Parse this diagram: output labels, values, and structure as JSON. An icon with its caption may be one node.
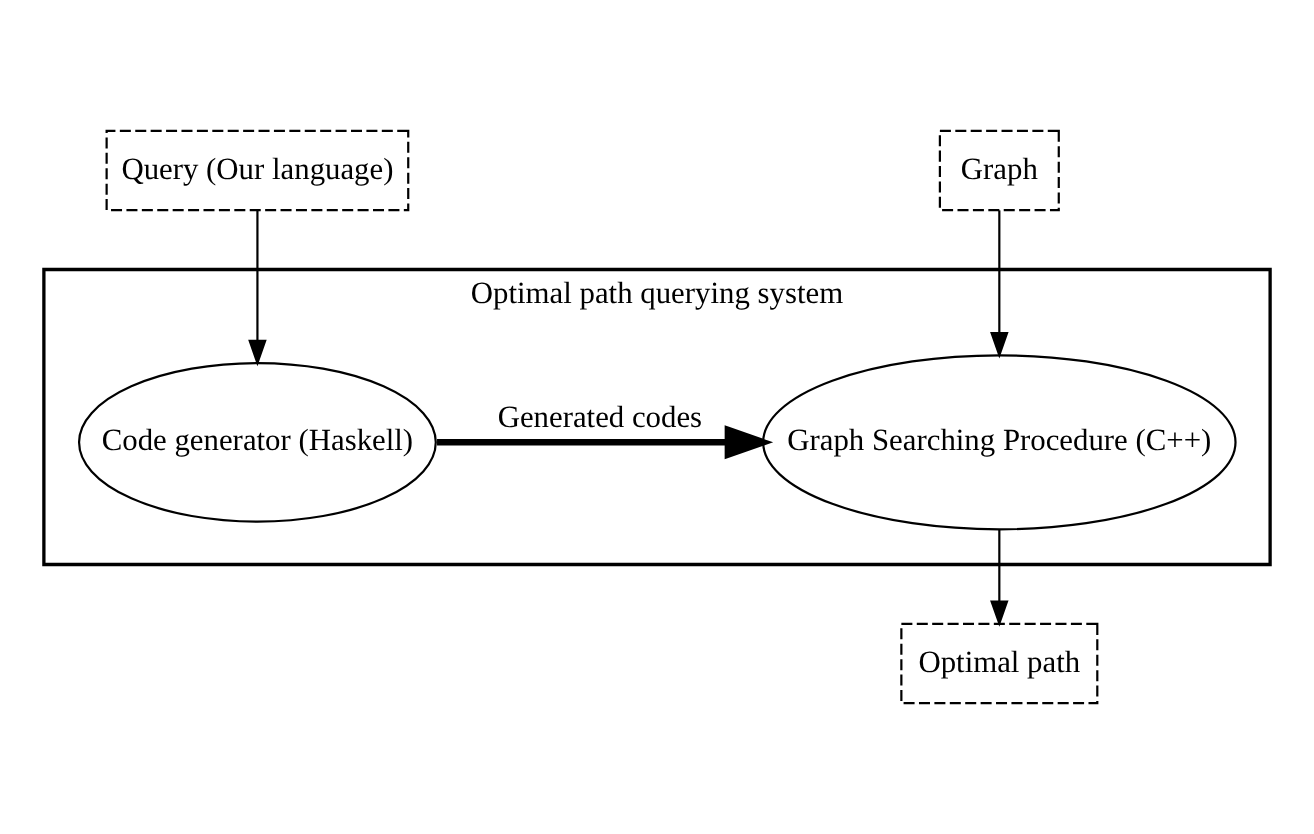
{
  "diagram": {
    "nodes": [
      {
        "text": [
          "Query (Our language)"
        ]
      },
      {
        "text": [
          "Graph"
        ]
      },
      {
        "text": [
          "Optimal path querying system"
        ]
      },
      {
        "text": [
          "Code generator (Haskell)"
        ],
        "in": 2
      },
      {
        "text": [
          "Graph Searching Procedure (C++)"
        ],
        "in": 2
      },
      {
        "text": [
          "Optimal path"
        ]
      }
    ],
    "edges": [
      {
        "from": 0,
        "to": 3,
        "arrow": "to"
      },
      {
        "from": 1,
        "to": 4,
        "arrow": "to"
      },
      {
        "from": 3,
        "to": 4,
        "arrow": "to",
        "label": "Generated codes",
        "style": "thick"
      },
      {
        "from": 4,
        "to": 5,
        "arrow": "to"
      }
    ]
  }
}
